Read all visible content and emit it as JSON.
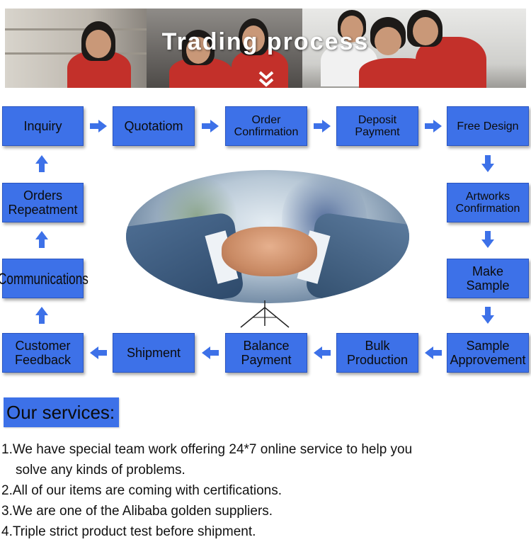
{
  "banner": {
    "title": "Trading process"
  },
  "process": {
    "steps": [
      {
        "id": "inquiry",
        "label": "Inquiry"
      },
      {
        "id": "quotation",
        "label": "Quotatiom"
      },
      {
        "id": "order-confirmation",
        "lines": [
          "Order",
          "Confirmation"
        ]
      },
      {
        "id": "deposit-payment",
        "lines": [
          "Deposit",
          "Payment"
        ]
      },
      {
        "id": "free-design",
        "label": "Free Design"
      },
      {
        "id": "artworks-confirmation",
        "lines": [
          "Artworks",
          "Confirmation"
        ]
      },
      {
        "id": "make-sample",
        "lines": [
          "Make",
          "Sample"
        ]
      },
      {
        "id": "sample-approvement",
        "lines": [
          "Sample",
          "Approvement"
        ]
      },
      {
        "id": "bulk-production",
        "lines": [
          "Bulk",
          "Production"
        ]
      },
      {
        "id": "balance-payment",
        "lines": [
          "Balance",
          "Payment"
        ]
      },
      {
        "id": "shipment",
        "label": "Shipment"
      },
      {
        "id": "customer-feedback",
        "lines": [
          "Customer",
          "Feedback"
        ]
      },
      {
        "id": "communications",
        "label": "Communications"
      },
      {
        "id": "orders-repeatment",
        "lines": [
          "Orders",
          "Repeatment"
        ]
      }
    ],
    "flow": "clockwise loop starting at Inquiry",
    "box_color": "#3d71e8",
    "arrow_color": "#3d71e8"
  },
  "services": {
    "title": "Our services:",
    "items": [
      {
        "line1": "1.We have special team work offering 24*7 online service to help you",
        "line2": "solve any kinds of problems."
      },
      {
        "line1": "2.All of our items are coming with certifications."
      },
      {
        "line1": "3.We are one of the Alibaba golden suppliers."
      },
      {
        "line1": "4.Triple strict product test before shipment."
      }
    ]
  }
}
